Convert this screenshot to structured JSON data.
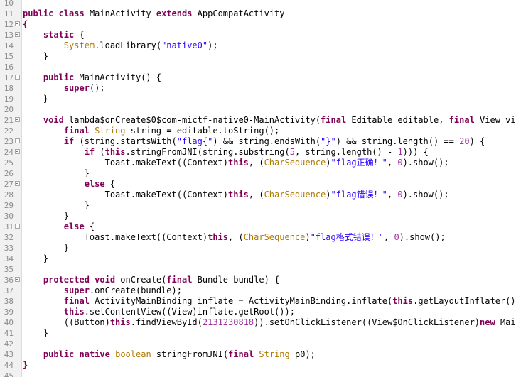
{
  "editor": {
    "lines": [
      {
        "n": "10",
        "fold": false,
        "tokens": []
      },
      {
        "n": "11",
        "fold": false,
        "tokens": [
          {
            "t": "public",
            "c": "kw"
          },
          {
            "t": " "
          },
          {
            "t": "class",
            "c": "kw"
          },
          {
            "t": " MainActivity "
          },
          {
            "t": "extends",
            "c": "kw"
          },
          {
            "t": " AppCompatActivity"
          }
        ]
      },
      {
        "n": "12",
        "fold": true,
        "tokens": [
          {
            "t": "{",
            "c": "kw"
          }
        ]
      },
      {
        "n": "13",
        "fold": true,
        "tokens": [
          {
            "t": "    "
          },
          {
            "t": "static",
            "c": "kw"
          },
          {
            "t": " {"
          }
        ]
      },
      {
        "n": "14",
        "fold": false,
        "tokens": [
          {
            "t": "        "
          },
          {
            "t": "System",
            "c": "typ"
          },
          {
            "t": ".loadLibrary("
          },
          {
            "t": "\"native0\"",
            "c": "str"
          },
          {
            "t": ");"
          }
        ]
      },
      {
        "n": "15",
        "fold": false,
        "tokens": [
          {
            "t": "    }"
          }
        ]
      },
      {
        "n": "16",
        "fold": false,
        "tokens": []
      },
      {
        "n": "17",
        "fold": true,
        "tokens": [
          {
            "t": "    "
          },
          {
            "t": "public",
            "c": "kw"
          },
          {
            "t": " MainActivity() {"
          }
        ]
      },
      {
        "n": "18",
        "fold": false,
        "tokens": [
          {
            "t": "        "
          },
          {
            "t": "super",
            "c": "kw"
          },
          {
            "t": "();"
          }
        ]
      },
      {
        "n": "19",
        "fold": false,
        "tokens": [
          {
            "t": "    }"
          }
        ]
      },
      {
        "n": "20",
        "fold": false,
        "tokens": []
      },
      {
        "n": "21",
        "fold": true,
        "tokens": [
          {
            "t": "    "
          },
          {
            "t": "void",
            "c": "kw"
          },
          {
            "t": " lambda$onCreate$0$com-mictf-native0-MainActivity("
          },
          {
            "t": "final",
            "c": "kw"
          },
          {
            "t": " Editable editable, "
          },
          {
            "t": "final",
            "c": "kw"
          },
          {
            "t": " View view) {"
          }
        ]
      },
      {
        "n": "22",
        "fold": false,
        "tokens": [
          {
            "t": "        "
          },
          {
            "t": "final",
            "c": "kw"
          },
          {
            "t": " "
          },
          {
            "t": "String",
            "c": "typ"
          },
          {
            "t": " string = editable.toString();"
          }
        ]
      },
      {
        "n": "23",
        "fold": true,
        "tokens": [
          {
            "t": "        "
          },
          {
            "t": "if",
            "c": "kw"
          },
          {
            "t": " (string.startsWith("
          },
          {
            "t": "\"flag{\"",
            "c": "str"
          },
          {
            "t": ") && string.endsWith("
          },
          {
            "t": "\"}\"",
            "c": "str"
          },
          {
            "t": ") && string.length() == "
          },
          {
            "t": "20",
            "c": "num"
          },
          {
            "t": ") {"
          }
        ]
      },
      {
        "n": "24",
        "fold": true,
        "tokens": [
          {
            "t": "            "
          },
          {
            "t": "if",
            "c": "kw"
          },
          {
            "t": " ("
          },
          {
            "t": "this",
            "c": "kw"
          },
          {
            "t": ".stringFromJNI(string.substring("
          },
          {
            "t": "5",
            "c": "num"
          },
          {
            "t": ", string.length() - "
          },
          {
            "t": "1",
            "c": "num"
          },
          {
            "t": "))) {"
          }
        ]
      },
      {
        "n": "25",
        "fold": false,
        "tokens": [
          {
            "t": "                Toast.makeText((Context)"
          },
          {
            "t": "this",
            "c": "kw"
          },
          {
            "t": ", ("
          },
          {
            "t": "CharSequence",
            "c": "typ"
          },
          {
            "t": ")"
          },
          {
            "t": "\"flag正确！\"",
            "c": "str"
          },
          {
            "t": ", "
          },
          {
            "t": "0",
            "c": "num"
          },
          {
            "t": ").show();"
          }
        ]
      },
      {
        "n": "26",
        "fold": false,
        "tokens": [
          {
            "t": "            }"
          }
        ]
      },
      {
        "n": "27",
        "fold": true,
        "tokens": [
          {
            "t": "            "
          },
          {
            "t": "else",
            "c": "kw"
          },
          {
            "t": " {"
          }
        ]
      },
      {
        "n": "28",
        "fold": false,
        "tokens": [
          {
            "t": "                Toast.makeText((Context)"
          },
          {
            "t": "this",
            "c": "kw"
          },
          {
            "t": ", ("
          },
          {
            "t": "CharSequence",
            "c": "typ"
          },
          {
            "t": ")"
          },
          {
            "t": "\"flag错误！\"",
            "c": "str"
          },
          {
            "t": ", "
          },
          {
            "t": "0",
            "c": "num"
          },
          {
            "t": ").show();"
          }
        ]
      },
      {
        "n": "29",
        "fold": false,
        "tokens": [
          {
            "t": "            }"
          }
        ]
      },
      {
        "n": "30",
        "fold": false,
        "tokens": [
          {
            "t": "        }"
          }
        ]
      },
      {
        "n": "31",
        "fold": true,
        "tokens": [
          {
            "t": "        "
          },
          {
            "t": "else",
            "c": "kw"
          },
          {
            "t": " {"
          }
        ]
      },
      {
        "n": "32",
        "fold": false,
        "tokens": [
          {
            "t": "            Toast.makeText((Context)"
          },
          {
            "t": "this",
            "c": "kw"
          },
          {
            "t": ", ("
          },
          {
            "t": "CharSequence",
            "c": "typ"
          },
          {
            "t": ")"
          },
          {
            "t": "\"flag格式错误！\"",
            "c": "str"
          },
          {
            "t": ", "
          },
          {
            "t": "0",
            "c": "num"
          },
          {
            "t": ").show();"
          }
        ]
      },
      {
        "n": "33",
        "fold": false,
        "tokens": [
          {
            "t": "        }"
          }
        ]
      },
      {
        "n": "34",
        "fold": false,
        "tokens": [
          {
            "t": "    }"
          }
        ]
      },
      {
        "n": "35",
        "fold": false,
        "tokens": []
      },
      {
        "n": "36",
        "fold": true,
        "tokens": [
          {
            "t": "    "
          },
          {
            "t": "protected",
            "c": "kw"
          },
          {
            "t": " "
          },
          {
            "t": "void",
            "c": "kw"
          },
          {
            "t": " onCreate("
          },
          {
            "t": "final",
            "c": "kw"
          },
          {
            "t": " Bundle bundle) {"
          }
        ]
      },
      {
        "n": "37",
        "fold": false,
        "tokens": [
          {
            "t": "        "
          },
          {
            "t": "super",
            "c": "kw"
          },
          {
            "t": ".onCreate(bundle);"
          }
        ]
      },
      {
        "n": "38",
        "fold": false,
        "tokens": [
          {
            "t": "        "
          },
          {
            "t": "final",
            "c": "kw"
          },
          {
            "t": " ActivityMainBinding inflate = ActivityMainBinding.inflate("
          },
          {
            "t": "this",
            "c": "kw"
          },
          {
            "t": ".getLayoutInflater());"
          }
        ]
      },
      {
        "n": "39",
        "fold": false,
        "tokens": [
          {
            "t": "        "
          },
          {
            "t": "this",
            "c": "kw"
          },
          {
            "t": ".setContentView((View)inflate.getRoot());"
          }
        ]
      },
      {
        "n": "40",
        "fold": false,
        "tokens": [
          {
            "t": "        ((Button)"
          },
          {
            "t": "this",
            "c": "kw"
          },
          {
            "t": ".findViewById("
          },
          {
            "t": "2131230818",
            "c": "num"
          },
          {
            "t": ")).setOnClickListener((View$OnClickListener)"
          },
          {
            "t": "new",
            "c": "kw"
          },
          {
            "t": " MainActivity"
          }
        ]
      },
      {
        "n": "41",
        "fold": false,
        "tokens": [
          {
            "t": "    }"
          }
        ]
      },
      {
        "n": "42",
        "fold": false,
        "tokens": []
      },
      {
        "n": "43",
        "fold": false,
        "tokens": [
          {
            "t": "    "
          },
          {
            "t": "public",
            "c": "kw"
          },
          {
            "t": " "
          },
          {
            "t": "native",
            "c": "kw"
          },
          {
            "t": " "
          },
          {
            "t": "boolean",
            "c": "typ"
          },
          {
            "t": " stringFromJNI("
          },
          {
            "t": "final",
            "c": "kw"
          },
          {
            "t": " "
          },
          {
            "t": "String",
            "c": "typ"
          },
          {
            "t": " p0);"
          }
        ]
      },
      {
        "n": "44",
        "fold": false,
        "tokens": [
          {
            "t": "}",
            "c": "kw"
          }
        ]
      },
      {
        "n": "45",
        "fold": false,
        "tokens": []
      }
    ]
  }
}
